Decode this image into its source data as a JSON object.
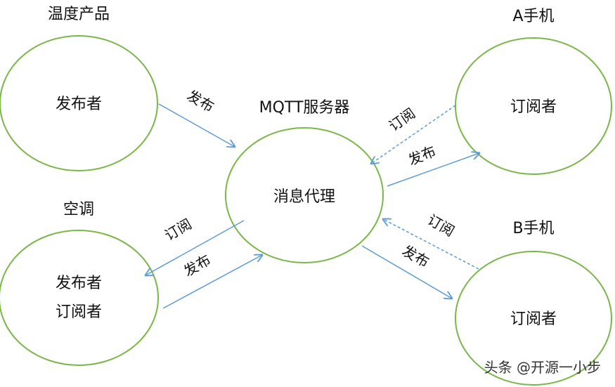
{
  "colors": {
    "node_stroke": "#7ab648",
    "arrow": "#5b9bd5"
  },
  "nodes": {
    "temp_product": {
      "title": "温度产品",
      "role": "发布者"
    },
    "air_conditioner": {
      "title": "空调",
      "role1": "发布者",
      "role2": "订阅者"
    },
    "broker": {
      "title": "MQTT服务器",
      "role": "消息代理"
    },
    "phone_a": {
      "title": "A手机",
      "role": "订阅者"
    },
    "phone_b": {
      "title": "B手机",
      "role": "订阅者"
    }
  },
  "edges": {
    "temp_publish": "发布",
    "ac_subscribe": "订阅",
    "ac_publish": "发布",
    "a_subscribe": "订阅",
    "a_publish": "发布",
    "b_subscribe": "订阅",
    "b_publish": "发布"
  },
  "watermark": "头条 @开源一小步"
}
